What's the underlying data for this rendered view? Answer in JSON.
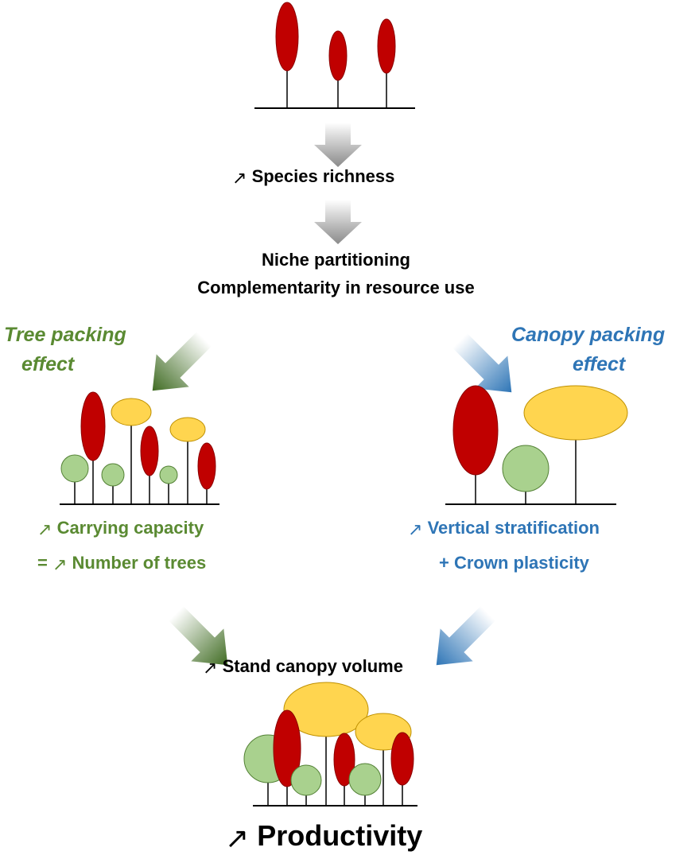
{
  "colors": {
    "red_crown": "#c00000",
    "yellow_crown": "#ffd54f",
    "green_crown": "#a9d18e",
    "text_black": "#000000",
    "text_green": "#5a8a32",
    "text_blue": "#2e75b6"
  },
  "increase_symbol": "↗",
  "steps": {
    "species_richness": "Species richness",
    "niche_partitioning": "Niche partitioning",
    "complementarity": "Complementarity in resource use",
    "stand_canopy_volume": "Stand canopy volume",
    "productivity": "Productivity"
  },
  "left_branch": {
    "title_line1": "Tree packing",
    "title_line2": "effect",
    "result_line1": "Carrying capacity",
    "result_line2_prefix": "=",
    "result_line2": "Number of trees"
  },
  "right_branch": {
    "title_line1": "Canopy packing",
    "title_line2": "effect",
    "result_line1": "Vertical stratification",
    "result_line2": "+ Crown plasticity"
  },
  "icons": [
    "arrow-down-gray",
    "arrow-diagonal-green",
    "arrow-diagonal-blue",
    "increase-arrow-icon",
    "tree-icon"
  ]
}
